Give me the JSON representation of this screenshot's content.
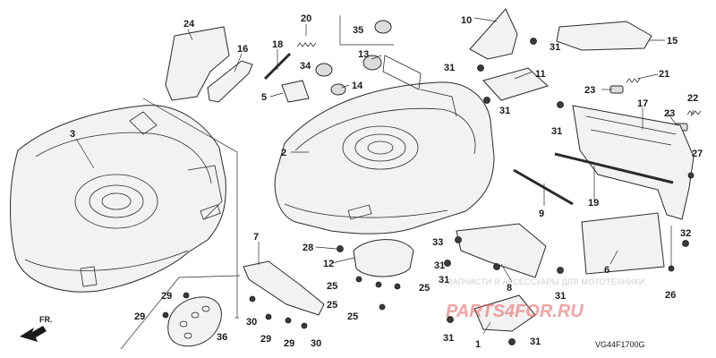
{
  "diagram_code": "VG44F1700G",
  "watermark": {
    "line1": "ЗАПЧАСТИ И АКСЕССУАРЫ ДЛЯ МОТОТЕХНИКИ",
    "line2": "PARTS4FOR.RU"
  },
  "direction_label": "FR.",
  "callouts": {
    "c1": "1",
    "c2": "2",
    "c3": "3",
    "c5": "5",
    "c6": "6",
    "c7": "7",
    "c8": "8",
    "c9": "9",
    "c10": "10",
    "c11": "11",
    "c12": "12",
    "c13": "13",
    "c14": "14",
    "c15": "15",
    "c16": "16",
    "c17": "17",
    "c18": "18",
    "c19": "19",
    "c20": "20",
    "c21": "21",
    "c22": "22",
    "c23a": "23",
    "c23b": "23",
    "c24": "24",
    "c25a": "25",
    "c25b": "25",
    "c25c": "25",
    "c25d": "25",
    "c26": "26",
    "c27": "27",
    "c28": "28",
    "c29a": "29",
    "c29b": "29",
    "c29c": "29",
    "c29d": "29",
    "c30a": "30",
    "c30b": "30",
    "c31a": "31",
    "c31b": "31",
    "c31c": "31",
    "c31d": "31",
    "c31e": "31",
    "c31f": "31",
    "c31g": "31",
    "c31h": "31",
    "c31i": "31",
    "c32": "32",
    "c33": "33",
    "c34": "34",
    "c35": "35",
    "c36": "36"
  }
}
